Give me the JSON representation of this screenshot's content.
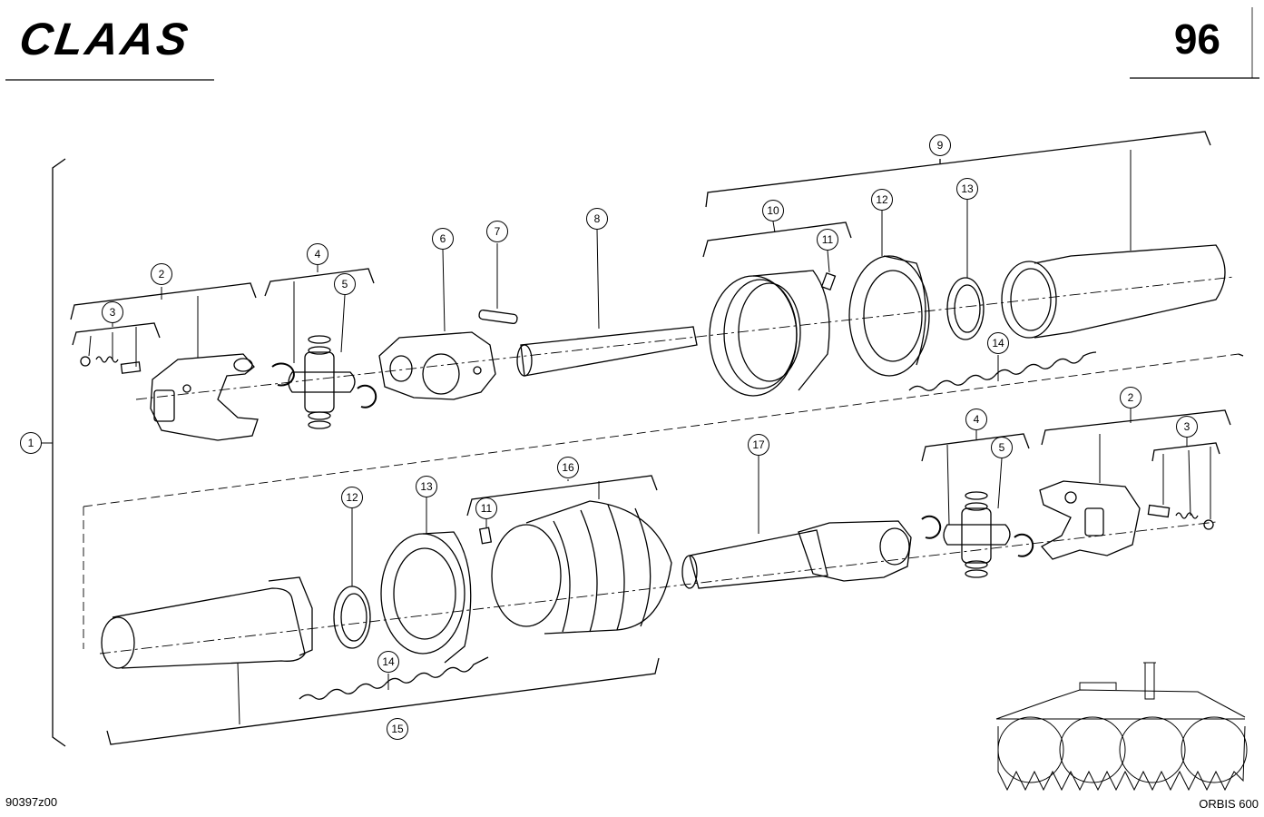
{
  "header": {
    "brand": "CLAAS",
    "page_number": "96"
  },
  "footer": {
    "drawing_number": "90397z00",
    "model": "ORBIS 600"
  },
  "callouts": [
    "1",
    "2",
    "3",
    "4",
    "5",
    "6",
    "7",
    "8",
    "9",
    "10",
    "11",
    "12",
    "13",
    "14",
    "2",
    "3",
    "4",
    "5",
    "12",
    "13",
    "11",
    "16",
    "17",
    "14",
    "15"
  ],
  "colors": {
    "ink": "#000000",
    "paper": "#ffffff"
  }
}
